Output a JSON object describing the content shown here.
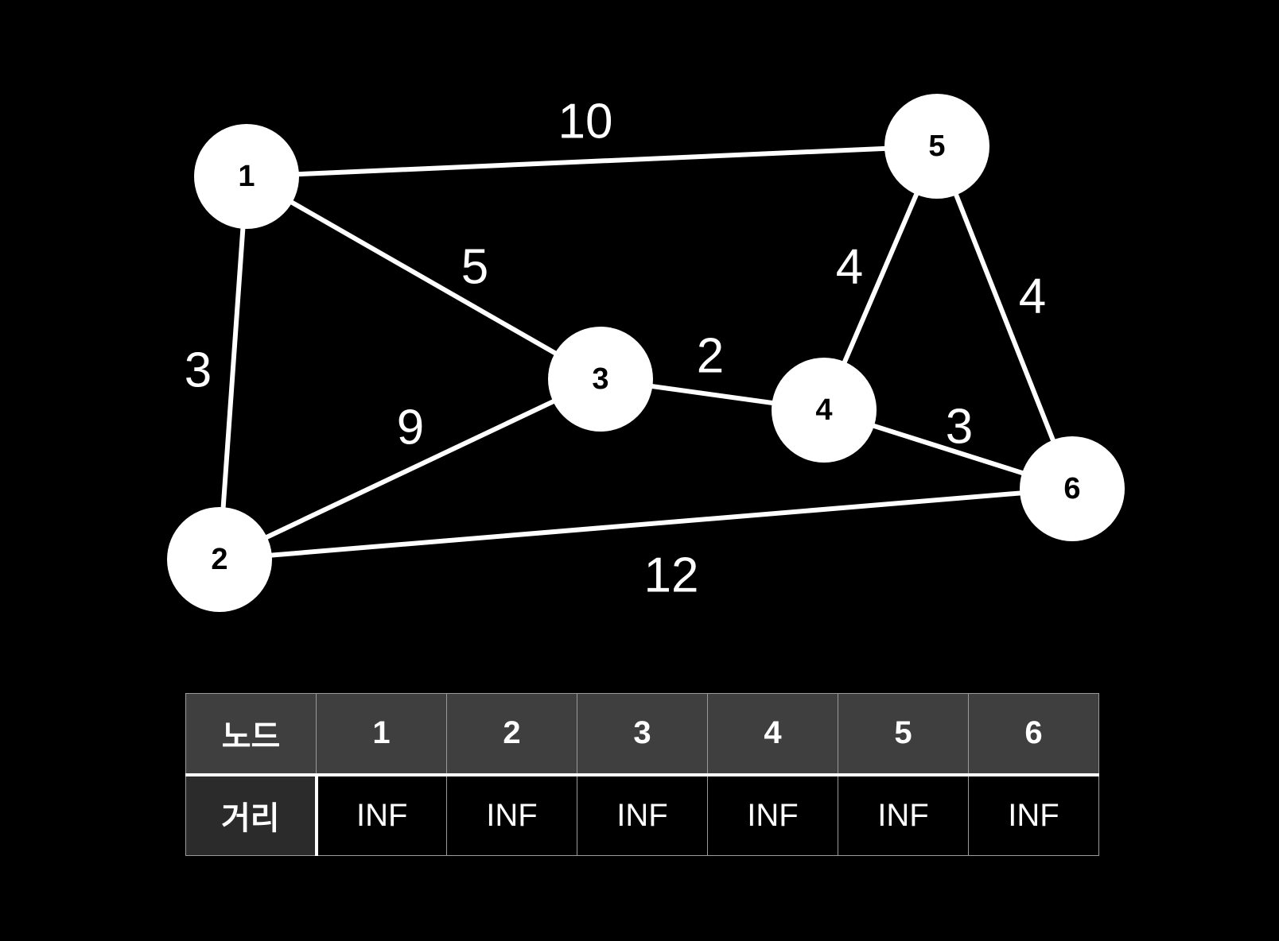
{
  "graph": {
    "nodes": [
      {
        "id": "1",
        "label": "1"
      },
      {
        "id": "2",
        "label": "2"
      },
      {
        "id": "3",
        "label": "3"
      },
      {
        "id": "4",
        "label": "4"
      },
      {
        "id": "5",
        "label": "5"
      },
      {
        "id": "6",
        "label": "6"
      }
    ],
    "edges": [
      {
        "from": "1",
        "to": "5",
        "weight": "10"
      },
      {
        "from": "1",
        "to": "3",
        "weight": "5"
      },
      {
        "from": "1",
        "to": "2",
        "weight": "3"
      },
      {
        "from": "2",
        "to": "3",
        "weight": "9"
      },
      {
        "from": "2",
        "to": "6",
        "weight": "12"
      },
      {
        "from": "3",
        "to": "4",
        "weight": "2"
      },
      {
        "from": "4",
        "to": "5",
        "weight": "4"
      },
      {
        "from": "5",
        "to": "6",
        "weight": "4"
      },
      {
        "from": "4",
        "to": "6",
        "weight": "3"
      }
    ],
    "colors": {
      "background": "#000000",
      "node_fill": "#ffffff",
      "node_text": "#000000",
      "edge": "#ffffff"
    }
  },
  "table": {
    "row_headers": {
      "node": "노드",
      "distance": "거리"
    },
    "columns": [
      "1",
      "2",
      "3",
      "4",
      "5",
      "6"
    ],
    "distances": [
      "INF",
      "INF",
      "INF",
      "INF",
      "INF",
      "INF"
    ],
    "colors": {
      "header_bg": "#3f3f3f",
      "distance_header_bg": "#2b2b2b",
      "cell_bg": "#000000",
      "text": "#ffffff"
    }
  }
}
